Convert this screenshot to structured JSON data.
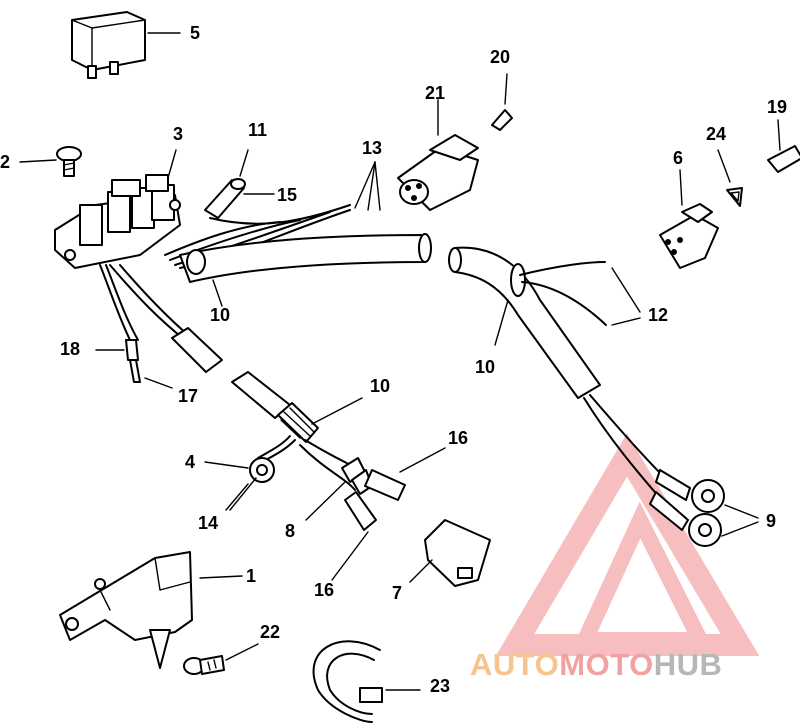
{
  "callouts": {
    "c1": "1",
    "c2": "2",
    "c3": "3",
    "c4": "4",
    "c5": "5",
    "c6": "6",
    "c7": "7",
    "c8": "8",
    "c9": "9",
    "c10a": "10",
    "c10b": "10",
    "c10c": "10",
    "c11": "11",
    "c12": "12",
    "c13": "13",
    "c14": "14",
    "c15": "15",
    "c16a": "16",
    "c16b": "16",
    "c17": "17",
    "c18": "18",
    "c19": "19",
    "c20": "20",
    "c21": "21",
    "c22": "22",
    "c23": "23",
    "c24": "24"
  },
  "watermark": {
    "part1": "AUTO",
    "part2": "MOTO",
    "part3": "HUB",
    "colors": {
      "auto": "#f7c38e",
      "moto": "#f2a0a0",
      "hub": "#b7b7b7",
      "logo": "#f08a8a"
    }
  }
}
